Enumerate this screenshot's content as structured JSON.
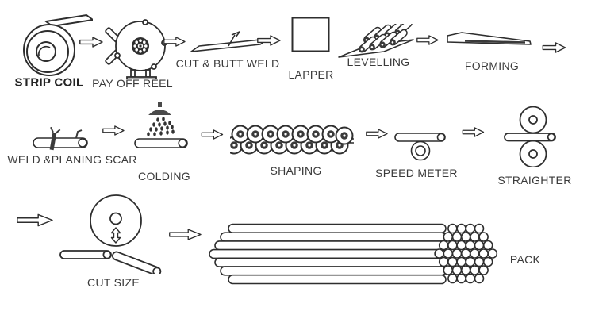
{
  "canvas": {
    "background": "#ffffff"
  },
  "palette": {
    "line": "#2e2e2e",
    "fill": "#ffffff",
    "dark": "#3a3a3a",
    "text": "#3a3a3a"
  },
  "diagram": {
    "type": "process-flow",
    "subject": "steel pipe production line",
    "connector": "hollow-right-arrow",
    "steps": [
      {
        "id": "strip-coil",
        "label": "STRIP COIL",
        "icon": "strip-coil-icon",
        "emphasis": "bold"
      },
      {
        "id": "pay-off-reel",
        "label": "PAY OFF REEL",
        "icon": "pay-off-reel-icon"
      },
      {
        "id": "cut-butt-weld",
        "label": "CUT & BUTT WELD",
        "icon": "sheet-with-welder-icon"
      },
      {
        "id": "lapper",
        "label": "LAPPER",
        "icon": "square-box-icon"
      },
      {
        "id": "levelling",
        "label": "LEVELLING",
        "icon": "levelling-rollers-icon"
      },
      {
        "id": "forming",
        "label": "FORMING",
        "icon": "formed-strip-icon"
      },
      {
        "id": "weld-planing-scar",
        "label": "WELD &PLANING SCAR",
        "icon": "pipe-with-tools-icon"
      },
      {
        "id": "colding",
        "label": "COLDING",
        "icon": "pipe-under-shower-icon"
      },
      {
        "id": "shaping",
        "label": "SHAPING",
        "icon": "roller-chain-icon"
      },
      {
        "id": "speed-meter",
        "label": "SPEED METER",
        "icon": "pipe-with-wheel-icon"
      },
      {
        "id": "straighter",
        "label": "STRAIGHTER",
        "icon": "two-roll-straightener-icon"
      },
      {
        "id": "cut-size",
        "label": "CUT SIZE",
        "icon": "saw-and-cut-pipes-icon"
      },
      {
        "id": "pack",
        "label": "PACK",
        "icon": "pipe-bundle-icon"
      }
    ],
    "pack_bundle": {
      "side_view_pipes": 7,
      "hex_cross_section_rows": [
        4,
        5,
        6,
        7,
        6,
        5,
        4
      ]
    }
  }
}
